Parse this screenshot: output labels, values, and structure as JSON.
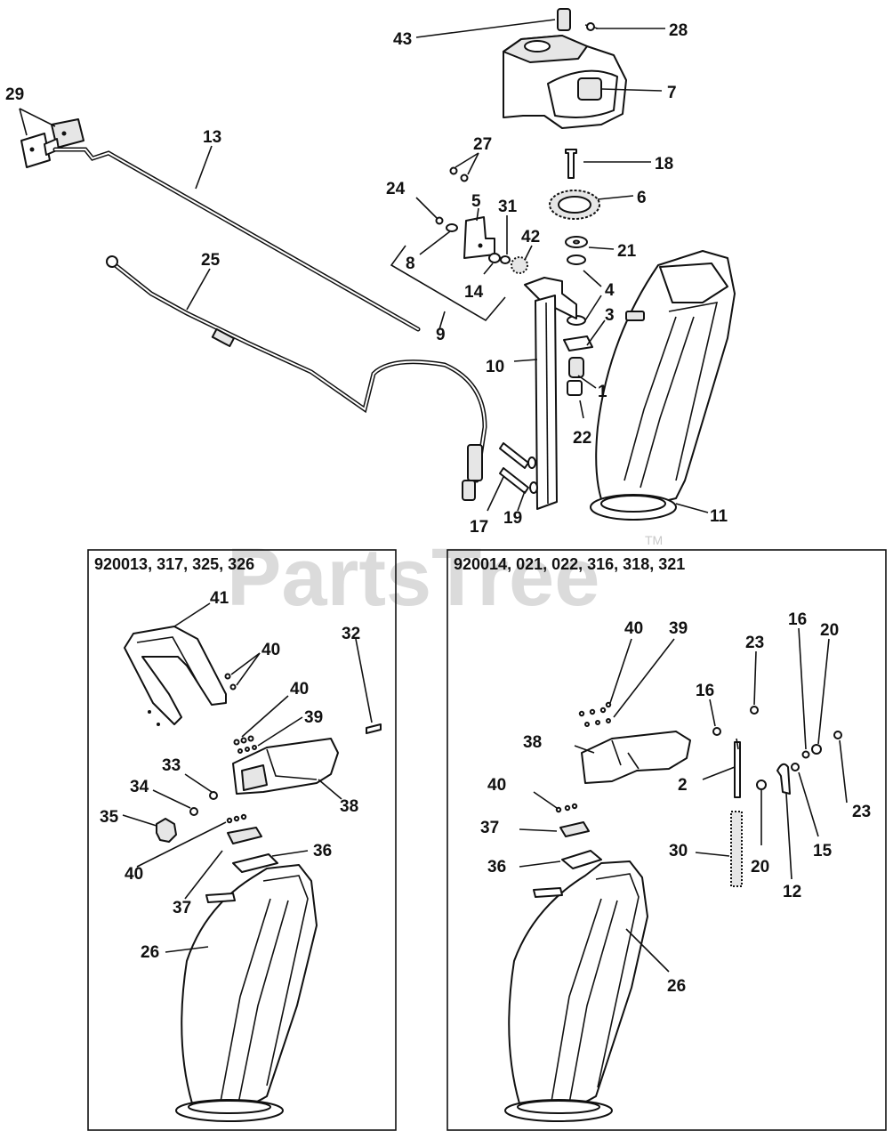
{
  "watermark": {
    "text": "PartsTree",
    "trademark": "TM"
  },
  "boxes": [
    {
      "title": "920013, 317, 325, 326"
    },
    {
      "title": "920014, 021, 022, 316, 318, 321"
    }
  ],
  "callouts": {
    "c43": "43",
    "c28": "28",
    "c7": "7",
    "c29": "29",
    "c13": "13",
    "c27": "27",
    "c18": "18",
    "c24": "24",
    "c5": "5",
    "c31": "31",
    "c6": "6",
    "c42": "42",
    "c21": "21",
    "c8": "8",
    "c14": "14",
    "c4": "4",
    "c25": "25",
    "c9": "9",
    "c3": "3",
    "c10": "10",
    "c1": "1",
    "c22": "22",
    "c17": "17",
    "c19": "19",
    "c11": "11",
    "l41": "41",
    "l40a": "40",
    "l32": "32",
    "l40b": "40",
    "l39": "39",
    "l33": "33",
    "l34": "34",
    "l38": "38",
    "l35": "35",
    "l36": "36",
    "l40c": "40",
    "l37": "37",
    "l26": "26",
    "r40a": "40",
    "r39": "39",
    "r23a": "23",
    "r16a": "16",
    "r20a": "20",
    "r16b": "16",
    "r38": "38",
    "r2": "2",
    "r23b": "23",
    "r40b": "40",
    "r20b": "20",
    "r15": "15",
    "r37": "37",
    "r30": "30",
    "r36": "36",
    "r12": "12",
    "r26": "26"
  }
}
